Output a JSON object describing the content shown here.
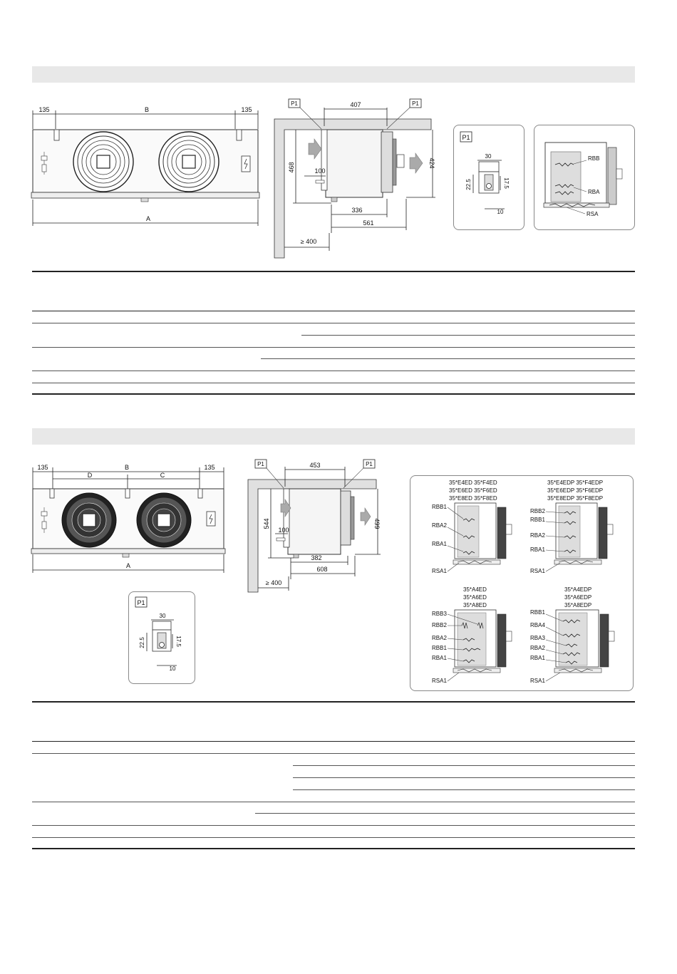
{
  "callout": "P1",
  "top": {
    "front": {
      "left": "135",
      "middle": "B",
      "right": "135",
      "overall": "A"
    },
    "side": {
      "top": "407",
      "height_left": "468",
      "height_right": "424",
      "inner": "100",
      "depth1": "336",
      "depth2": "561",
      "clearance": "≥ 400"
    },
    "detail": {
      "w30": "30",
      "h225": "22.5",
      "h175": "17.5",
      "w10": "10"
    },
    "heaters": {
      "rbb": "RBB",
      "rba": "RBA",
      "rsa": "RSA"
    }
  },
  "bottom": {
    "front": {
      "left": "135",
      "middle": "B",
      "right": "135",
      "d": "D",
      "c": "C",
      "overall": "A"
    },
    "side": {
      "top": "453",
      "height_left": "544",
      "height_right": "499",
      "inner": "100",
      "depth1": "382",
      "depth2": "608",
      "clearance": "≥ 400"
    },
    "detail": {
      "w30": "30",
      "h225": "22.5",
      "h175": "17.5",
      "w10": "10"
    },
    "heaters": {
      "q1": {
        "models": [
          "35*E4ED  35*F4ED",
          "35*E6ED  35*F6ED",
          "35*E8ED  35*F8ED"
        ],
        "labels": [
          "RBB1",
          "RBA2",
          "RBA1",
          "RSA1"
        ]
      },
      "q2": {
        "models": [
          "35*E4EDP  35*F4EDP",
          "35*E6EDP  35*F6EDP",
          "35*E8EDP  35*F8EDP"
        ],
        "labels": [
          "RBB2",
          "RBB1",
          "RBA2",
          "RBA1",
          "RSA1"
        ]
      },
      "q3": {
        "models": [
          "35*A4ED",
          "35*A6ED",
          "35*A8ED"
        ],
        "labels": [
          "RBB3",
          "RBB2",
          "RBA2",
          "RBB1",
          "RBA1",
          "RSA1"
        ]
      },
      "q4": {
        "models": [
          "35*A4EDP",
          "35*A6EDP",
          "35*A8EDP"
        ],
        "labels": [
          "RBB1",
          "RBA4",
          "RBA3",
          "RBA2",
          "RBA1",
          "RSA1"
        ]
      }
    }
  }
}
